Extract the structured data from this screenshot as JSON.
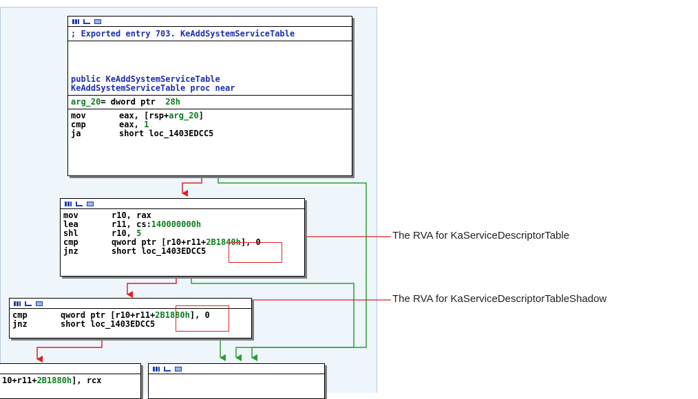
{
  "block1": {
    "comment": "; Exported entry 703. KeAddSystemServiceTable",
    "public_kw": "public",
    "public_name": "KeAddSystemServiceTable",
    "proc_name": "KeAddSystemServiceTable",
    "proc_kw": "proc near",
    "arg_name": "arg_20",
    "arg_def": "= dword ptr",
    "arg_val": "28h",
    "ins": [
      {
        "op": "mov",
        "a": "eax, [rsp+",
        "b": "arg_20",
        "c": "]"
      },
      {
        "op": "cmp",
        "a": "eax, ",
        "b": "1",
        "c": ""
      },
      {
        "op": "ja",
        "a": "short loc_1403EDCC5",
        "b": "",
        "c": ""
      }
    ]
  },
  "block2": {
    "ins": [
      {
        "op": "mov",
        "a": "r10, rax",
        "b": "",
        "c": ""
      },
      {
        "op": "lea",
        "a": "r11, cs:",
        "b": "140000000h",
        "c": ""
      },
      {
        "op": "shl",
        "a": "r10, ",
        "b": "5",
        "c": ""
      },
      {
        "op": "cmp",
        "a": "qword ptr [r10+r11+",
        "b": "2B1840h",
        "c": "], 0"
      },
      {
        "op": "jnz",
        "a": "short loc_1403EDCC5",
        "b": "",
        "c": ""
      }
    ]
  },
  "block3": {
    "ins": [
      {
        "op": "cmp",
        "a": "qword ptr [r10+r11+",
        "b": "2B1880h",
        "c": "], 0"
      },
      {
        "op": "jnz",
        "a": "short loc_1403EDCC5",
        "b": "",
        "c": ""
      }
    ]
  },
  "block4": {
    "partial": "10+r11+",
    "partial_num": "2B1880h",
    "partial_tail": "], rcx"
  },
  "annotations": {
    "rva1": "The RVA for KaServiceDescriptorTable",
    "rva2": "The RVA for KaServiceDescriptorTableShadow"
  },
  "colors": {
    "edge_true": "#2ca02c",
    "edge_false": "#e02020",
    "name": "#1c2fb3",
    "number": "#0a7d1b"
  }
}
